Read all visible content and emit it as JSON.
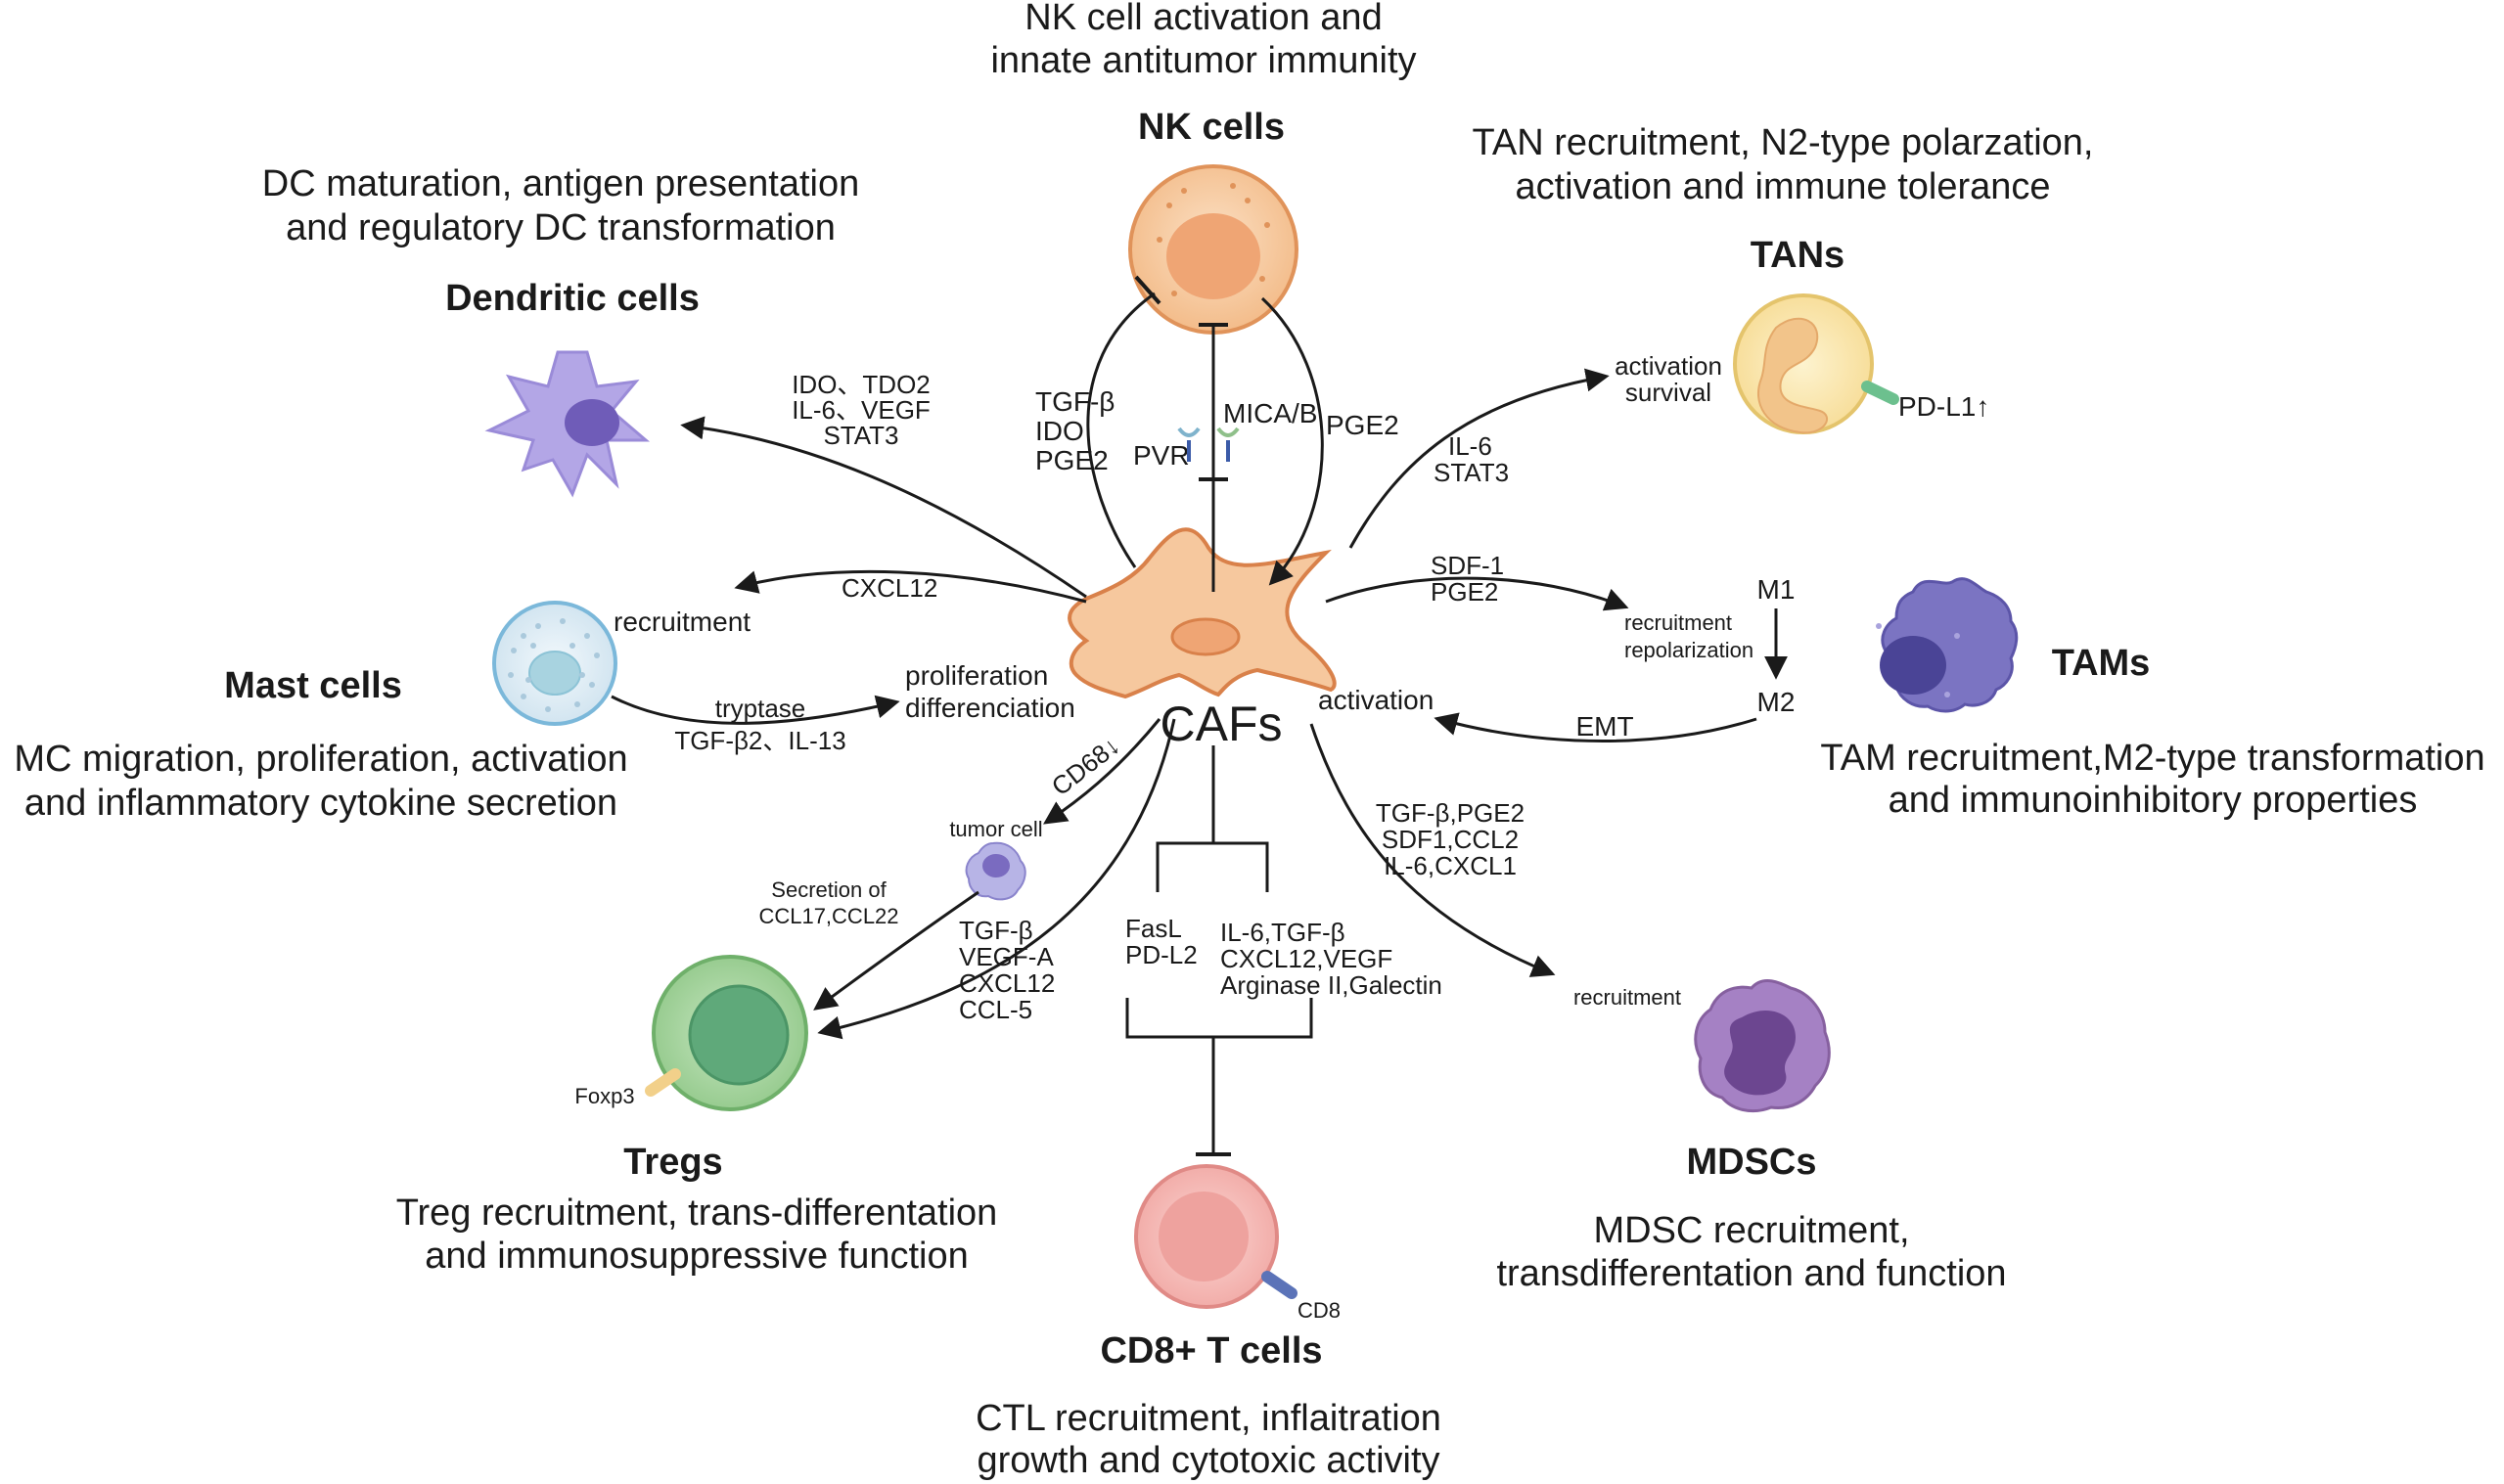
{
  "center": {
    "label": "CAFs"
  },
  "nk": {
    "title": "NK cells",
    "desc1": "NK cell activation and",
    "desc2": "innate antitumor immunity",
    "left_factors": [
      "TGF-β",
      "IDO",
      "PGE2"
    ],
    "mica": "MICA/B",
    "pvr": "PVR",
    "right_factor": "PGE2"
  },
  "dc": {
    "title": "Dendritic cells",
    "desc1": "DC maturation, antigen presentation",
    "desc2": "and regulatory DC transformation",
    "factors": [
      "IDO、TDO2",
      "IL-6、VEGF",
      "STAT3"
    ]
  },
  "tans": {
    "title": "TANs",
    "desc1": "TAN recruitment, N2-type polarzation,",
    "desc2": "activation and immune tolerance",
    "effect1": "activation",
    "effect2": "survival",
    "factors": [
      "IL-6",
      "STAT3"
    ],
    "marker": "PD-L1↑"
  },
  "mast": {
    "title": "Mast cells",
    "desc1": "MC migration, proliferation, activation",
    "desc2": "and inflammatory cytokine secretion",
    "factor_top": "CXCL12",
    "effect_top": "recruitment",
    "factors_bottom": [
      "tryptase",
      "TGF-β2、IL-13"
    ],
    "effect_bottom1": "proliferation",
    "effect_bottom2": "differenciation"
  },
  "tams": {
    "title": "TAMs",
    "desc1": "TAM recruitment,M2-type transformation",
    "desc2": "and immunoinhibitory properties",
    "factors": [
      "SDF-1",
      "PGE2"
    ],
    "effect1": "recruitment",
    "effect2": "repolarization",
    "m1": "M1",
    "m2": "M2",
    "emt": "EMT",
    "activation": "activation"
  },
  "mdsc": {
    "title": "MDSCs",
    "desc1": "MDSC recruitment,",
    "desc2": "transdifferentation and function",
    "factors": [
      "TGF-β,PGE2",
      "SDF1,CCL2",
      "IL-6,CXCL1"
    ],
    "effect": "recruitment"
  },
  "treg": {
    "title": "Tregs",
    "desc1": "Treg recruitment, trans-differentation",
    "desc2": "and immunosuppressive function",
    "tumor_label": "tumor cell",
    "cd68": "CD68↓",
    "secretion": [
      "Secretion of",
      "CCL17,CCL22"
    ],
    "factors": [
      "TGF-β",
      "VEGF-A",
      "CXCL12",
      "CCL-5"
    ],
    "marker": "Foxp3"
  },
  "cd8": {
    "title": "CD8+ T cells",
    "desc1": "CTL recruitment, inflaitration",
    "desc2": "growth and cytotoxic activity",
    "left_factors": [
      "FasL",
      "PD-L2"
    ],
    "right_factors": [
      "IL-6,TGF-β",
      "CXCL12,VEGF",
      "Arginase II,Galectin"
    ],
    "marker": "CD8"
  },
  "colors": {
    "caf": "#f6c89e",
    "caf_stroke": "#d9814a",
    "nk": "#f6caa2",
    "dc": "#b3a6e6",
    "tan": "#fbeab4",
    "mast": "#e6f1f8",
    "tam": "#7b74c2",
    "mdsc": "#a581c4",
    "treg": "#a8d5a2",
    "cd8": "#f6b9b6"
  }
}
